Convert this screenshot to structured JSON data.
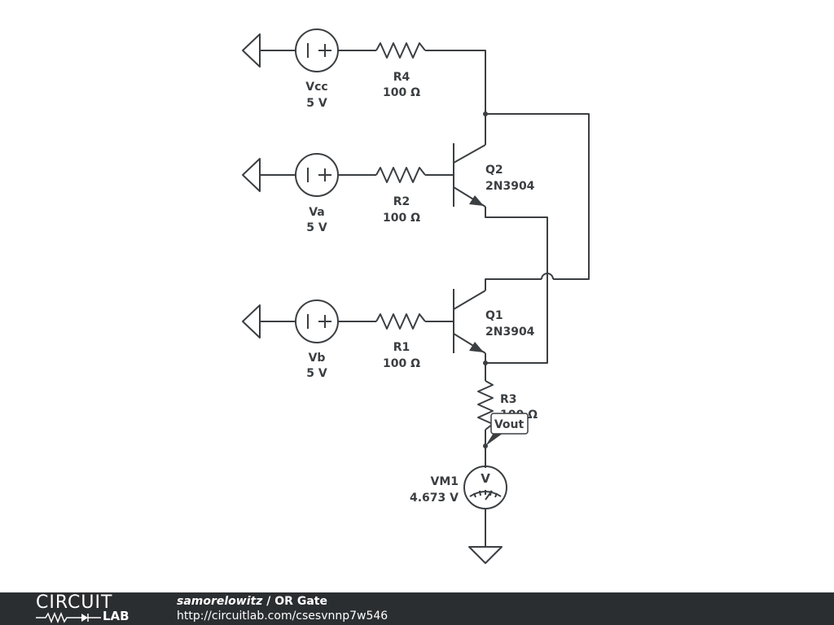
{
  "components": {
    "vcc": {
      "name": "Vcc",
      "value": "5 V"
    },
    "va": {
      "name": "Va",
      "value": "5 V"
    },
    "vb": {
      "name": "Vb",
      "value": "5 V"
    },
    "r4": {
      "name": "R4",
      "value": "100 Ω"
    },
    "r2": {
      "name": "R2",
      "value": "100 Ω"
    },
    "r1": {
      "name": "R1",
      "value": "100 Ω"
    },
    "r3": {
      "name": "R3",
      "value": "100 Ω"
    },
    "q2": {
      "name": "Q2",
      "value": "2N3904"
    },
    "q1": {
      "name": "Q1",
      "value": "2N3904"
    },
    "vm1": {
      "name": "VM1",
      "value": "4.673 V",
      "symbol": "V"
    },
    "vout": {
      "label": "Vout"
    }
  },
  "footer": {
    "logo_top": "CIRCUIT",
    "logo_bottom": "LAB",
    "user": "samorelowitz",
    "separator": " / ",
    "title": "OR Gate",
    "url": "http://circuitlab.com/csesvnnp7w546"
  },
  "colors": {
    "wire": "#3b3f42",
    "footer_bg": "#2b2e31",
    "footer_text": "#ffffff"
  }
}
